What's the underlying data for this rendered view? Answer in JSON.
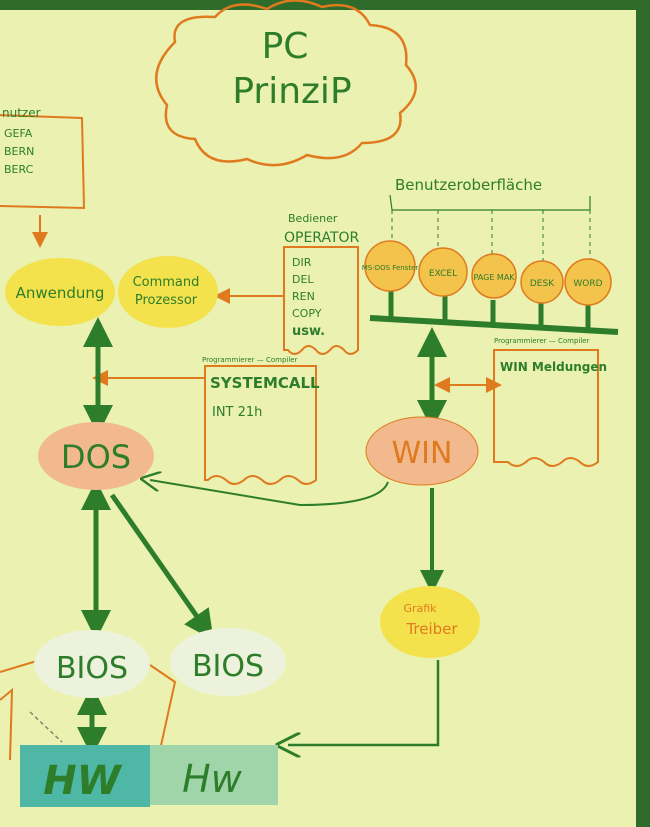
{
  "title": {
    "line1": "PC",
    "line2": "PrinziP"
  },
  "user_box": {
    "heading": "nutzer",
    "lines": [
      "GEFA",
      "BERN",
      "BERC"
    ]
  },
  "operator_box": {
    "heading1": "Bediener",
    "heading2": "OPERATOR",
    "lines": [
      "DIR",
      "DEL",
      "REN",
      "COPY",
      "usw."
    ]
  },
  "gui_label": "Benutzeroberfläche",
  "gui_apps": [
    "MS-DOS Fenster",
    "EXCEL",
    "PAGE MAK",
    "DESK",
    "WORD"
  ],
  "nodes": {
    "anwendung": "Anwendung",
    "command_line1": "Command",
    "command_line2": "Prozessor",
    "dos": "DOS",
    "win": "WIN",
    "bios1": "BIOS",
    "bios2": "BIOS",
    "grafik_line1": "Grafik",
    "grafik_line2": "Treiber",
    "hw1": "HW",
    "hw2": "Hw"
  },
  "systemcall_box": {
    "header": "Programmierer — Compiler",
    "title": "SYSTEMCALL",
    "line": "INT 21h"
  },
  "win_box": {
    "header": "Programmierer — Compiler",
    "title": "WIN Meldungen"
  },
  "colors": {
    "paper": "#eaf1b1",
    "pen_green": "#2d7d2a",
    "pen_orange": "#e07a1e",
    "yellow_dot": "#f4e24c",
    "pink_dot": "#f2b98e",
    "white_dot": "#edf2dc",
    "teal_card": "#4fb7a5",
    "mint_card": "#9fd5a8"
  }
}
